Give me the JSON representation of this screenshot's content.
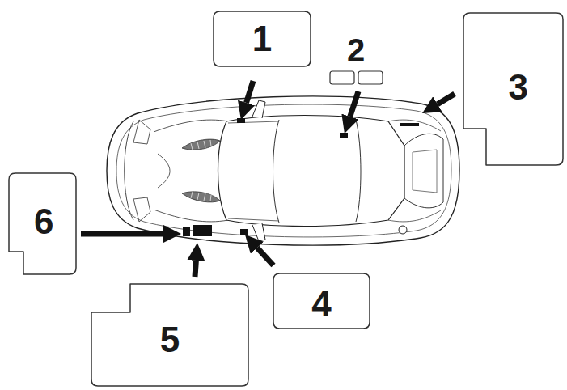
{
  "diagram": {
    "nodes": [
      {
        "text": [
          "1"
        ]
      },
      {
        "text": [
          "3"
        ]
      },
      {
        "text": [
          "6"
        ]
      },
      {
        "text": [
          "4"
        ]
      },
      {
        "text": [
          "5"
        ]
      }
    ],
    "labels": [
      "2"
    ]
  }
}
